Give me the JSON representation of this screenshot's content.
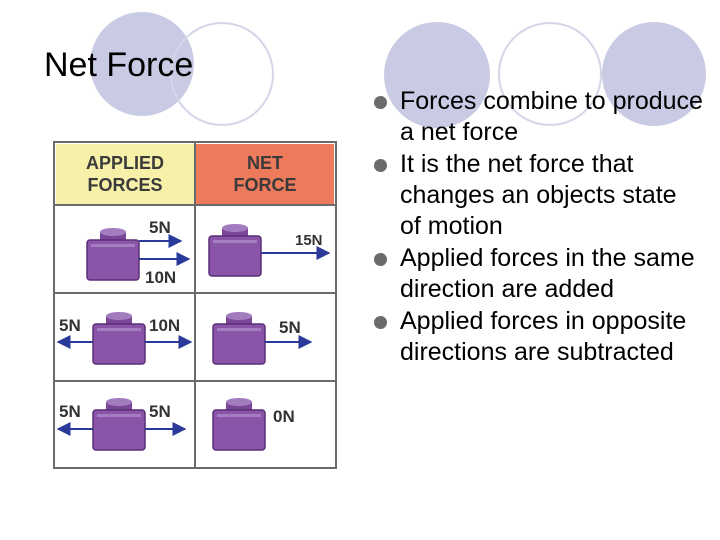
{
  "slide": {
    "title": "Net Force",
    "bullets": [
      "Forces combine to produce a net force",
      "It is the net force that changes an objects state of motion",
      "Applied forces in the same direction are added",
      "Applied forces in opposite directions are subtracted"
    ]
  },
  "figure": {
    "header_applied": [
      "APPLIED",
      "FORCES"
    ],
    "header_net": [
      "NET",
      "FORCE"
    ],
    "rows": [
      {
        "applied": [
          "5N",
          "10N"
        ],
        "net": "15N"
      },
      {
        "applied": [
          "5N",
          "10N"
        ],
        "net": "5N"
      },
      {
        "applied": [
          "5N",
          "5N"
        ],
        "net": "0N"
      }
    ]
  },
  "colors": {
    "applied_header": "#f6f0a8",
    "net_header": "#ee7a5c",
    "block": "#8a55a8",
    "arrow": "#2a3a9a",
    "bullet": "#6b6b6b",
    "decoration": "#c9cbe4"
  }
}
